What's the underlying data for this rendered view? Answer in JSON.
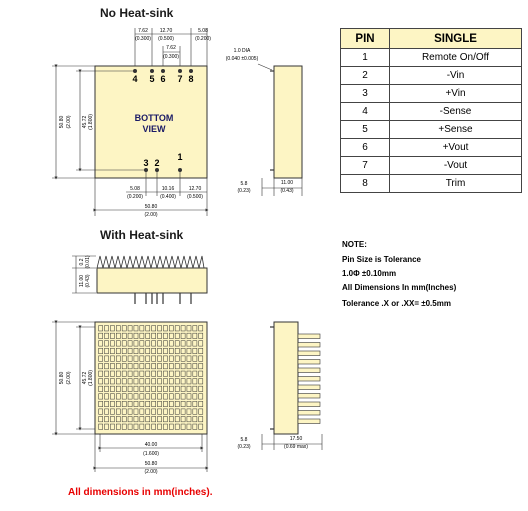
{
  "sections": {
    "no_heatsink_title": "No Heat-sink",
    "with_heatsink_title": "With Heat-sink"
  },
  "colors": {
    "module_fill": "#fdf5c4",
    "outline": "#333333",
    "footer": "#e80000"
  },
  "bottom_view": {
    "label_line1": "BOTTOM",
    "label_line2": "VIEW",
    "top_pins": [
      "4",
      "5",
      "6",
      "7",
      "8"
    ],
    "bottom_pins": [
      "3",
      "2",
      "1"
    ]
  },
  "dims_top": {
    "d762a": "7.62",
    "d762a_in": "(0.300)",
    "d1270a": "12.70",
    "d1270a_in": "(0.500)",
    "d508a": "5.08",
    "d508a_in": "(0.200)",
    "d762b": "7.62",
    "d762b_in": "(0.300)",
    "height_mm": "50.80",
    "height_in": "(2.00)",
    "inner_mm": "45.72",
    "inner_in": "(1.800)",
    "d508b": "5.08",
    "d508b_in": "(0.200)",
    "d1016": "10.16",
    "d1016_in": "(0.400)",
    "d1270b": "12.70",
    "d1270b_in": "(0.500)",
    "width_mm": "50.80",
    "width_in": "(2.00)",
    "dia": "1.0 DIA",
    "dia_in": "(0.040 ±0.005)",
    "pin_len": "5.8",
    "pin_len_in": "(0.23)",
    "depth": "11.00",
    "depth_in": "(0.43)"
  },
  "dims_heatsink": {
    "fin_gap": "0.2",
    "fin_gap_in": "(0.01)",
    "body_h": "11.00",
    "body_h_in": "(0.43)",
    "height_mm": "50.80",
    "height_in": "(2.00)",
    "inner_mm": "45.72",
    "inner_in": "(1.800)",
    "fin_w": "40.00",
    "fin_w_in": "(1.600)",
    "width_mm": "50.80",
    "width_in": "(2.00)",
    "pin_len": "5.8",
    "pin_len_in": "(0.23)",
    "depth": "17.50",
    "depth_in": "(0.69 max)"
  },
  "pin_table": {
    "headers": [
      "PIN",
      "SINGLE"
    ],
    "rows": [
      [
        "1",
        "Remote On/Off"
      ],
      [
        "2",
        "-Vin"
      ],
      [
        "3",
        "+Vin"
      ],
      [
        "4",
        "-Sense"
      ],
      [
        "5",
        "+Sense"
      ],
      [
        "6",
        "+Vout"
      ],
      [
        "7",
        "-Vout"
      ],
      [
        "8",
        "Trim"
      ]
    ]
  },
  "notes": {
    "title": "NOTE:",
    "line1": "Pin Size is Tolerance",
    "line2": "1.0Φ ±0.10mm",
    "line3": "All Dimensions In mm(Inches)",
    "line4": "Tolerance .X   or   .XX= ±0.5mm"
  },
  "footer": "All dimensions in mm(inches)."
}
